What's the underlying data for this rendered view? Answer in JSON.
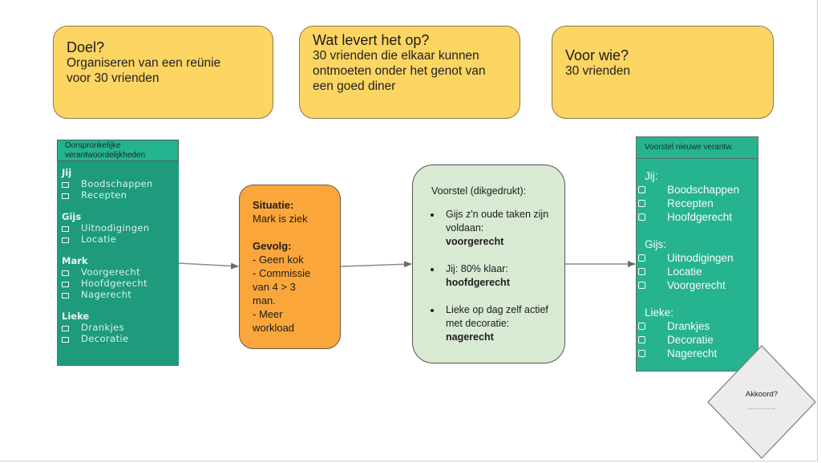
{
  "cards": {
    "doel": {
      "title": "Doel?",
      "lines": [
        "Organiseren van een reünie",
        "voor 30 vrienden"
      ]
    },
    "wat": {
      "title": "Wat levert het op?",
      "lines": [
        "30 vrienden die elkaar kunnen",
        "ontmoeten onder het genot van",
        "een goed diner"
      ]
    },
    "wie": {
      "title": "Voor wie?",
      "lines": [
        "30 vrienden"
      ]
    }
  },
  "original": {
    "header_lines": [
      "Oorspronkelijke",
      "verantwoordelijkheden"
    ],
    "groups": [
      {
        "name": "Jij",
        "items": [
          "Boodschappen",
          "Recepten"
        ]
      },
      {
        "name": "Gijs",
        "items": [
          "Uitnodigingen",
          "Locatie"
        ]
      },
      {
        "name": "Mark",
        "items": [
          "Voorgerecht",
          "Hoofdgerecht",
          "Nagerecht"
        ]
      },
      {
        "name": "Lieke",
        "items": [
          "Drankjes",
          "Decoratie"
        ]
      }
    ]
  },
  "situation": {
    "situatie_label": "Situatie:",
    "situatie_text": "Mark is ziek",
    "gevolg_label": "Gevolg:",
    "gevolg_lines": [
      "- Geen kok",
      "- Commissie",
      "van 4 > 3",
      "man.",
      "- Meer",
      "workload"
    ]
  },
  "proposal": {
    "heading": "Voorstel (dikgedrukt):",
    "bullets": [
      {
        "text": "Gijs z'n oude taken zijn voldaan:",
        "bold": "voorgerecht"
      },
      {
        "text": "Jij: 80% klaar:",
        "bold": "hoofdgerecht"
      },
      {
        "text": "Lieke op dag zelf actief met decoratie:",
        "bold": "nagerecht"
      }
    ]
  },
  "new_responsibilities": {
    "header": "Voorstel nieuwe verantw.",
    "groups": [
      {
        "name": "Jij:",
        "items": [
          "Boodschappen",
          "Recepten",
          "Hoofdgerecht"
        ]
      },
      {
        "name": "Gijs:",
        "items": [
          "Uitnodigingen",
          "Locatie",
          "Voorgerecht"
        ]
      },
      {
        "name": "Lieke:",
        "items": [
          "Drankjes",
          "Decoratie",
          "Nagerecht"
        ]
      }
    ]
  },
  "decision": {
    "label": "Akkoord?",
    "placeholder": "..........."
  },
  "colors": {
    "card_yellow": "#fdd563",
    "teal_dark": "#1d9b7c",
    "teal_light": "#26b38f",
    "orange": "#fba63a",
    "proposal_green": "#d9ead3",
    "diamond_gray": "#ececec"
  }
}
